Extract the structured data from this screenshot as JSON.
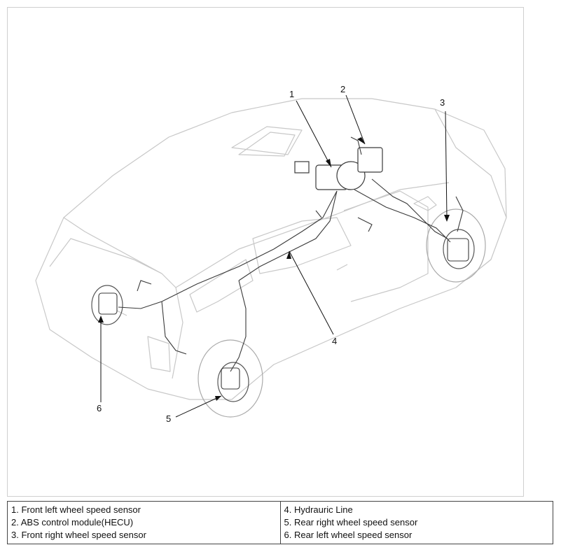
{
  "callouts": [
    "1",
    "2",
    "3",
    "4",
    "5",
    "6"
  ],
  "legend": {
    "left": [
      "1. Front left wheel speed sensor",
      "2. ABS control module(HECU)",
      "3. Front right wheel speed sensor"
    ],
    "right": [
      "4. Hydrauric Line",
      "5. Rear right wheel speed sensor",
      "6. Rear left wheel speed sensor"
    ]
  },
  "colors": {
    "car_outline": "#c8c8c8",
    "components": "#3a3a3a",
    "leader": "#111111"
  }
}
